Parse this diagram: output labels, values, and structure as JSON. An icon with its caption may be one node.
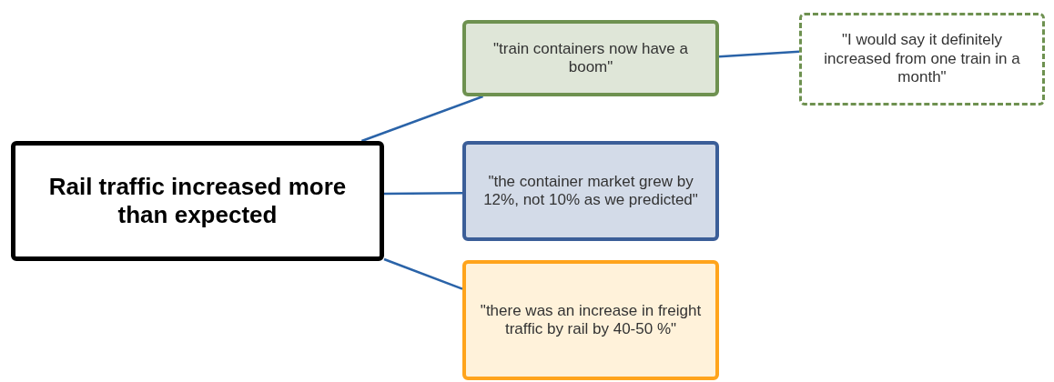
{
  "diagram": {
    "nodes": [
      {
        "text": [
          "Rail traffic increased more than expected"
        ]
      },
      {
        "text": [
          "\"train containers now have a boom\""
        ]
      },
      {
        "text": [
          "\"the container market grew by 12%, not 10% as we predicted\""
        ]
      },
      {
        "text": [
          "\"there was an increase in freight traffic by rail by 40-50 %\""
        ]
      },
      {
        "text": [
          "\"I would say it definitely increased from one train in a month\""
        ]
      }
    ],
    "edges": [
      {
        "from": 0,
        "to": 1,
        "arrow": "none"
      },
      {
        "from": 0,
        "to": 2,
        "arrow": "none"
      },
      {
        "from": 0,
        "to": 3,
        "arrow": "none"
      },
      {
        "from": 1,
        "to": 4,
        "arrow": "none"
      }
    ]
  }
}
